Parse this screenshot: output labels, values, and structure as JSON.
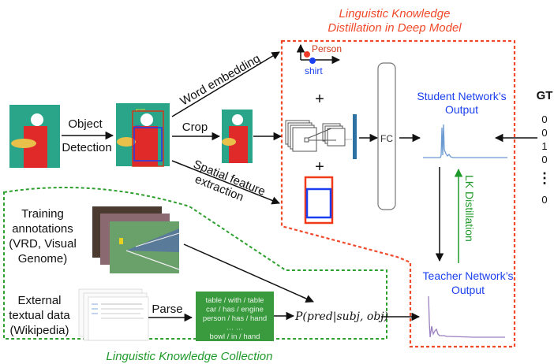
{
  "titles": {
    "distillation_line1": "Linguistic Knowledge",
    "distillation_line2": "Distillation in Deep Model",
    "collection": "Linguistic Knowledge Collection"
  },
  "pipeline": {
    "object_detection_line1": "Object",
    "object_detection_line2": "Detection",
    "detected_labels": {
      "person": "person",
      "shirt": "shirt"
    },
    "word_embedding": "Word embedding",
    "crop": "Crop",
    "spatial_line1": "Spatial feature",
    "spatial_line2": "extraction",
    "embedding_points": {
      "person": "Person",
      "shirt": "shirt"
    },
    "plus": "+",
    "fc": "FC"
  },
  "outputs": {
    "student_line1": "Student Network’s",
    "student_line2": "Output",
    "teacher_line1": "Teacher Network’s",
    "teacher_line2": "Output",
    "lk_distillation": "LK Distillation"
  },
  "ground_truth": {
    "title": "GT",
    "values": [
      "0",
      "0",
      "1",
      "0",
      "⋮",
      "0"
    ]
  },
  "collection": {
    "training_lines": [
      "Training",
      "annotations",
      "(VRD, Visual",
      "Genome)"
    ],
    "external_lines": [
      "External",
      "textual data",
      "(Wikipedia)"
    ],
    "parse": "Parse",
    "triples": [
      "table / with / table",
      "car / has / engine",
      "person / has / hand",
      "… …",
      "bowl / in / hand"
    ],
    "probability": "P(pred|subj, obj)"
  },
  "colors": {
    "red_dashed": "#f04a2a",
    "green_dashed": "#2ea02e",
    "blue_text": "#1a3ff0",
    "green_text": "#1f9a2a",
    "triples_box": "#3a9a3e",
    "student_curve": "#6c9bd2",
    "teacher_curve": "#9a80c0",
    "feature_bar": "#2e72a4"
  }
}
